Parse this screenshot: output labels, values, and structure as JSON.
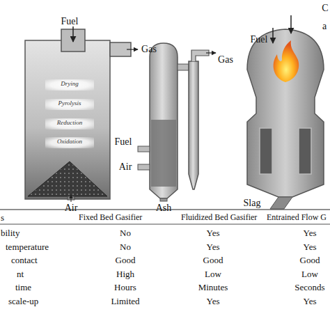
{
  "diagram": {
    "nodes": [
      {
        "text": [
          "Drying"
        ]
      },
      {
        "text": [
          "Pyrolysis"
        ]
      },
      {
        "text": [
          "Reduction"
        ]
      },
      {
        "text": [
          "Oxidation"
        ]
      }
    ],
    "labels": [
      "Fuel",
      "Gas",
      "Air",
      "Gas",
      "Fuel",
      "Air",
      "Ash",
      "Fuel",
      "C",
      "a",
      "Slag",
      "s",
      "Fixed Bed Gasifier",
      "Fluidized Bed Gasifier",
      "Entrained Flow G",
      "bility",
      "No",
      "Yes",
      "Yes",
      "temperature",
      "No",
      "Yes",
      "Yes",
      "contact",
      "Good",
      "Good",
      "Good",
      "nt",
      "High",
      "Low",
      "Low",
      "time",
      "Hours",
      "Minutes",
      "Seconds",
      "scale-up",
      "Limited",
      "Yes",
      "Yes"
    ]
  }
}
